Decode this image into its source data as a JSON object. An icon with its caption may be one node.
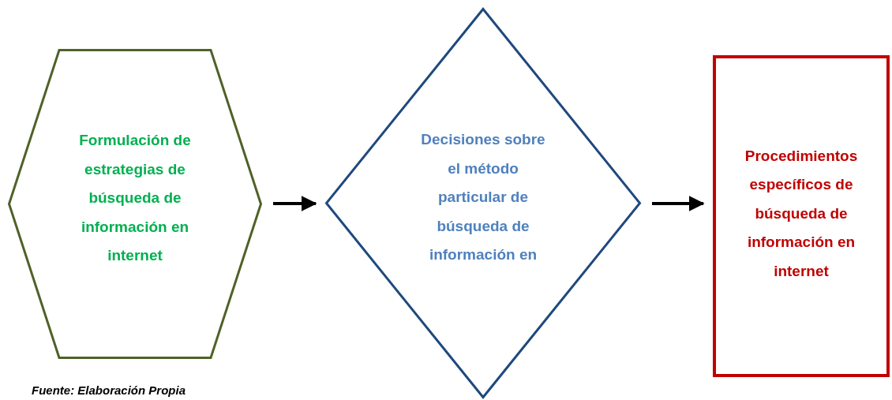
{
  "diagram": {
    "nodes": [
      {
        "text": [
          "Formulación de estrategias de búsqueda de información en internet"
        ]
      },
      {
        "text": [
          "Decisiones sobre el método particular de búsqueda de información en"
        ]
      },
      {
        "text": [
          "Procedimientos específicos de búsqueda de información en internet"
        ]
      }
    ],
    "edges": [
      {
        "from": 0,
        "to": 1,
        "arrow": "to"
      },
      {
        "from": 1,
        "to": 2,
        "arrow": "to"
      }
    ],
    "labels": [
      "Fuente: Elaboración Propia"
    ]
  }
}
